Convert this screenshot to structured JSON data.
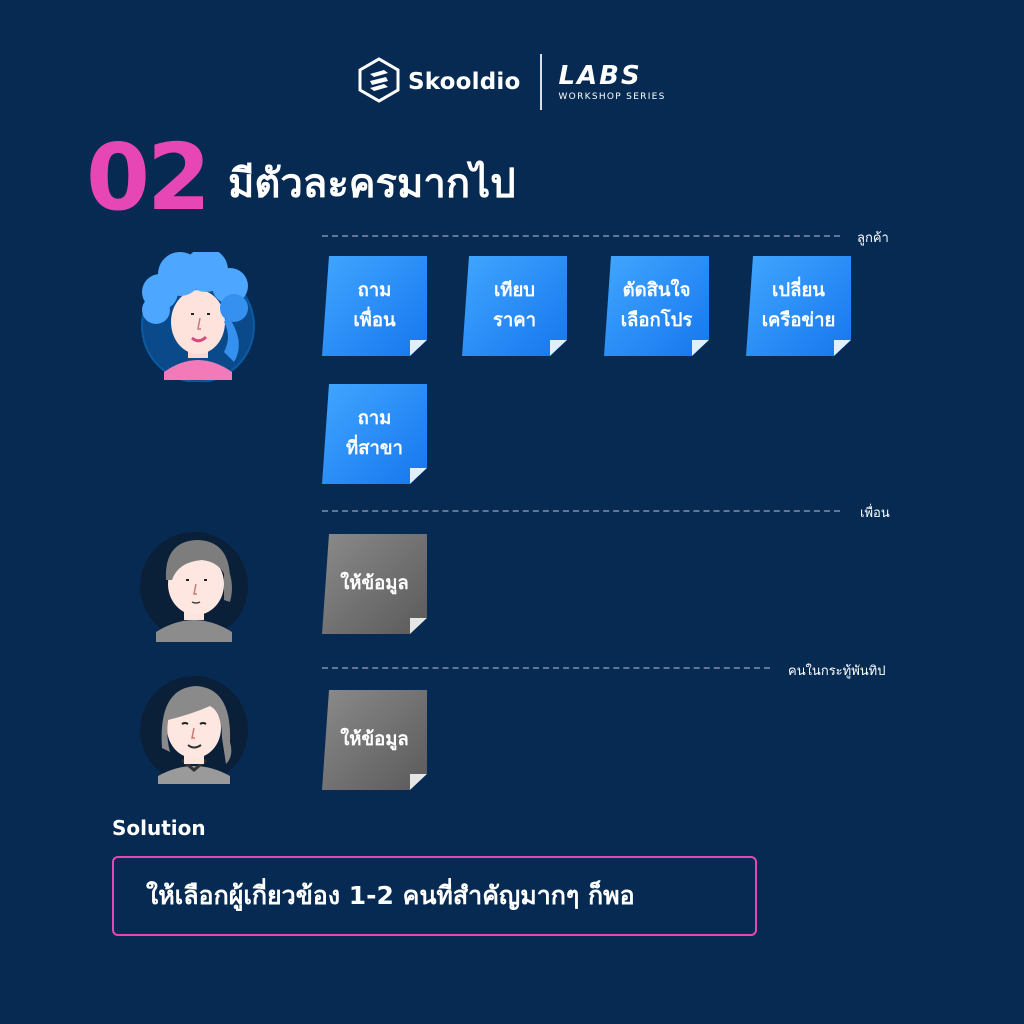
{
  "header": {
    "brand": "Skooldio",
    "labs": "LABS",
    "labs_sub": "WORKSHOP SERIES"
  },
  "title": {
    "number": "02",
    "text": "มีตัวละครมากไป"
  },
  "sections": {
    "customer_label": "ลูกค้า",
    "friend_label": "เพื่อน",
    "forum_label": "คนในกระทู้พันทิป"
  },
  "notes": {
    "customer": [
      "ถาม\nเพื่อน",
      "เทียบ\nราคา",
      "ตัดสินใจ\nเลือกโปร",
      "เปลี่ยน\nเครือข่าย",
      "ถาม\nที่สาขา"
    ],
    "friend": "ให้ข้อมูล",
    "forum": "ให้ข้อมูล"
  },
  "solution": {
    "label": "Solution",
    "text": "ให้เลือกผู้เกี่ยวข้อง 1-2 คนที่สำคัญมากๆ ก็พอ"
  },
  "colors": {
    "background": "#062a52",
    "accent_pink": "#e647b5",
    "note_blue": "#2a8dfb",
    "note_grey": "#6f6f6f"
  },
  "icons": {
    "brand_logo": "skooldio-logo-icon",
    "customer_avatar": "customer-avatar-icon",
    "friend_avatar": "friend-avatar-icon",
    "forum_avatar": "forum-user-avatar-icon"
  }
}
